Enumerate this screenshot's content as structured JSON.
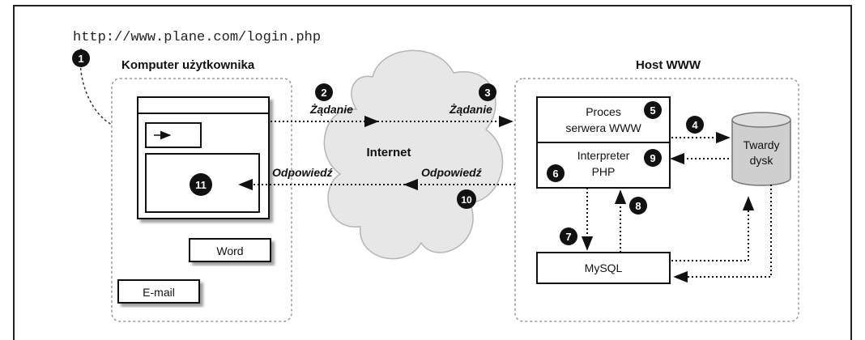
{
  "url": "http://www.plane.com/login.php",
  "user_computer": {
    "title": "Komputer użytkownika",
    "word_label": "Word",
    "email_label": "E-mail"
  },
  "internet_label": "Internet",
  "host": {
    "title": "Host WWW",
    "process_line1": "Proces",
    "process_line2": "serwera WWW",
    "interpreter_line1": "Interpreter",
    "interpreter_line2": "PHP",
    "mysql_label": "MySQL",
    "disk_line1": "Twardy",
    "disk_line2": "dysk"
  },
  "arrows": {
    "request_left": "Żądanie",
    "request_right": "Żądanie",
    "response_left": "Odpowiedź",
    "response_right": "Odpowiedź"
  },
  "steps": {
    "s1": "1",
    "s2": "2",
    "s3": "3",
    "s4": "4",
    "s5": "5",
    "s6": "6",
    "s7": "7",
    "s8": "8",
    "s9": "9",
    "s10": "10",
    "s11": "11"
  }
}
